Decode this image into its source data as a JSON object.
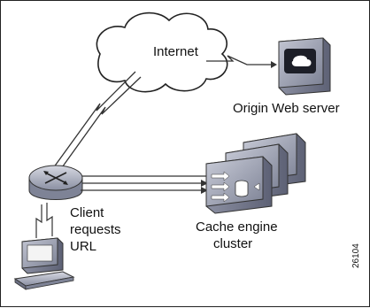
{
  "labels": {
    "internet": "Internet",
    "origin_server": "Origin Web server",
    "client_line1": "Client",
    "client_line2": "requests",
    "client_line3": "URL",
    "cache_line1": "Cache engine",
    "cache_line2": "cluster",
    "figure_code": "26104"
  }
}
